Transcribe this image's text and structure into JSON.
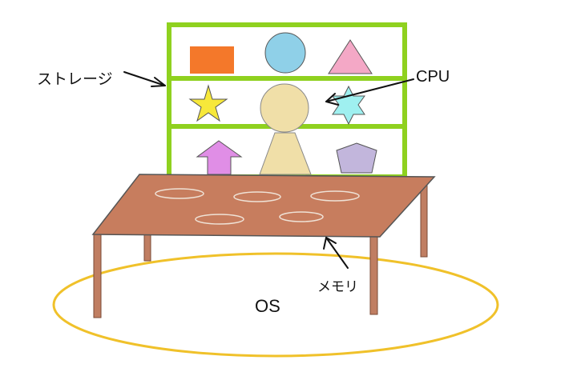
{
  "labels": {
    "storage": "ストレージ",
    "cpu": "CPU",
    "memory": "メモリ",
    "os": "OS"
  },
  "colors": {
    "shelf_frame": "#8fd11f",
    "table_top": "#c77d5e",
    "table_leg": "#c07e62",
    "os_ellipse": "#f0c12a",
    "rectangle": "#f4782a",
    "circle": "#8fd0e8",
    "triangle": "#f4a8c6",
    "star": "#f7e83a",
    "hexagram": "#9ff0f0",
    "person": "#f0dfa8",
    "arrow_shape": "#e08ee6",
    "pentagon": "#c2b6dc",
    "arrow_line": "#111111"
  }
}
